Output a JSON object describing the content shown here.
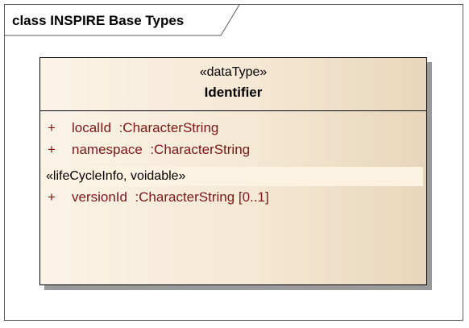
{
  "frame": {
    "title": "class INSPIRE Base Types"
  },
  "class": {
    "stereotype": "«dataType»",
    "name": "Identifier",
    "attributes": [
      {
        "visibility": "+",
        "text": "localId  :CharacterString"
      },
      {
        "visibility": "+",
        "text": "namespace  :CharacterString"
      }
    ],
    "groups": [
      {
        "stereotype": "«lifeCycleInfo, voidable»",
        "attributes": [
          {
            "visibility": "+",
            "text": "versionId  :CharacterString [0..1]"
          }
        ]
      }
    ]
  },
  "colors": {
    "attribute_text": "#7a1818",
    "class_fill": "#f5e8d4",
    "group_band": "#fcf2e2"
  }
}
